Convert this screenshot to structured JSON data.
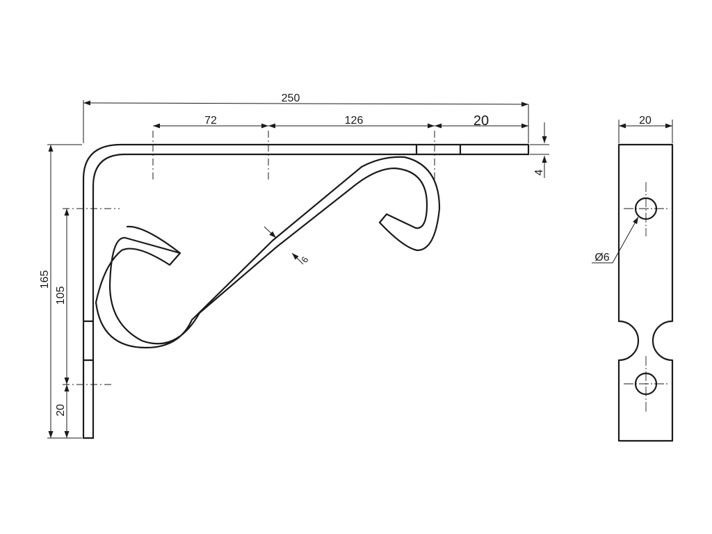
{
  "dimensions": {
    "overall_length": "250",
    "segment_1": "72",
    "segment_2": "126",
    "segment_3": "20",
    "thickness": "4",
    "total_height": "165",
    "hole_spacing": "105",
    "bottom_offset": "20",
    "brace_width": "6",
    "side_width": "20",
    "hole_diameter": "Ø6"
  },
  "colors": {
    "line": "#1a1a1a",
    "background": "#ffffff"
  }
}
